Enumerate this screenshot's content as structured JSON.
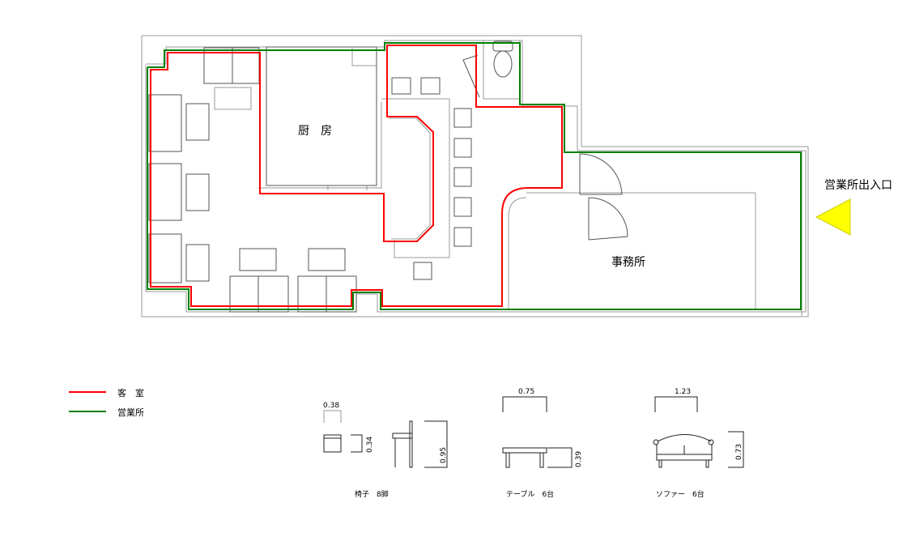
{
  "rooms": {
    "kitchen": "厨　房",
    "office": "事務所"
  },
  "entrance": {
    "label": "営業所出入口",
    "marker_color": "#ffff00"
  },
  "legend": [
    {
      "label": "客　室",
      "color": "#ff0000"
    },
    {
      "label": "営業所",
      "color": "#008000"
    }
  ],
  "furniture": {
    "chair": {
      "label": "椅子　8脚",
      "width": "0.38",
      "seat_height": "0.34",
      "height": "0.95"
    },
    "table": {
      "label": "テーブル　6台",
      "width": "0.75",
      "height": "0.39"
    },
    "sofa": {
      "label": "ソファー　6台",
      "width": "1.23",
      "height": "0.73"
    }
  }
}
